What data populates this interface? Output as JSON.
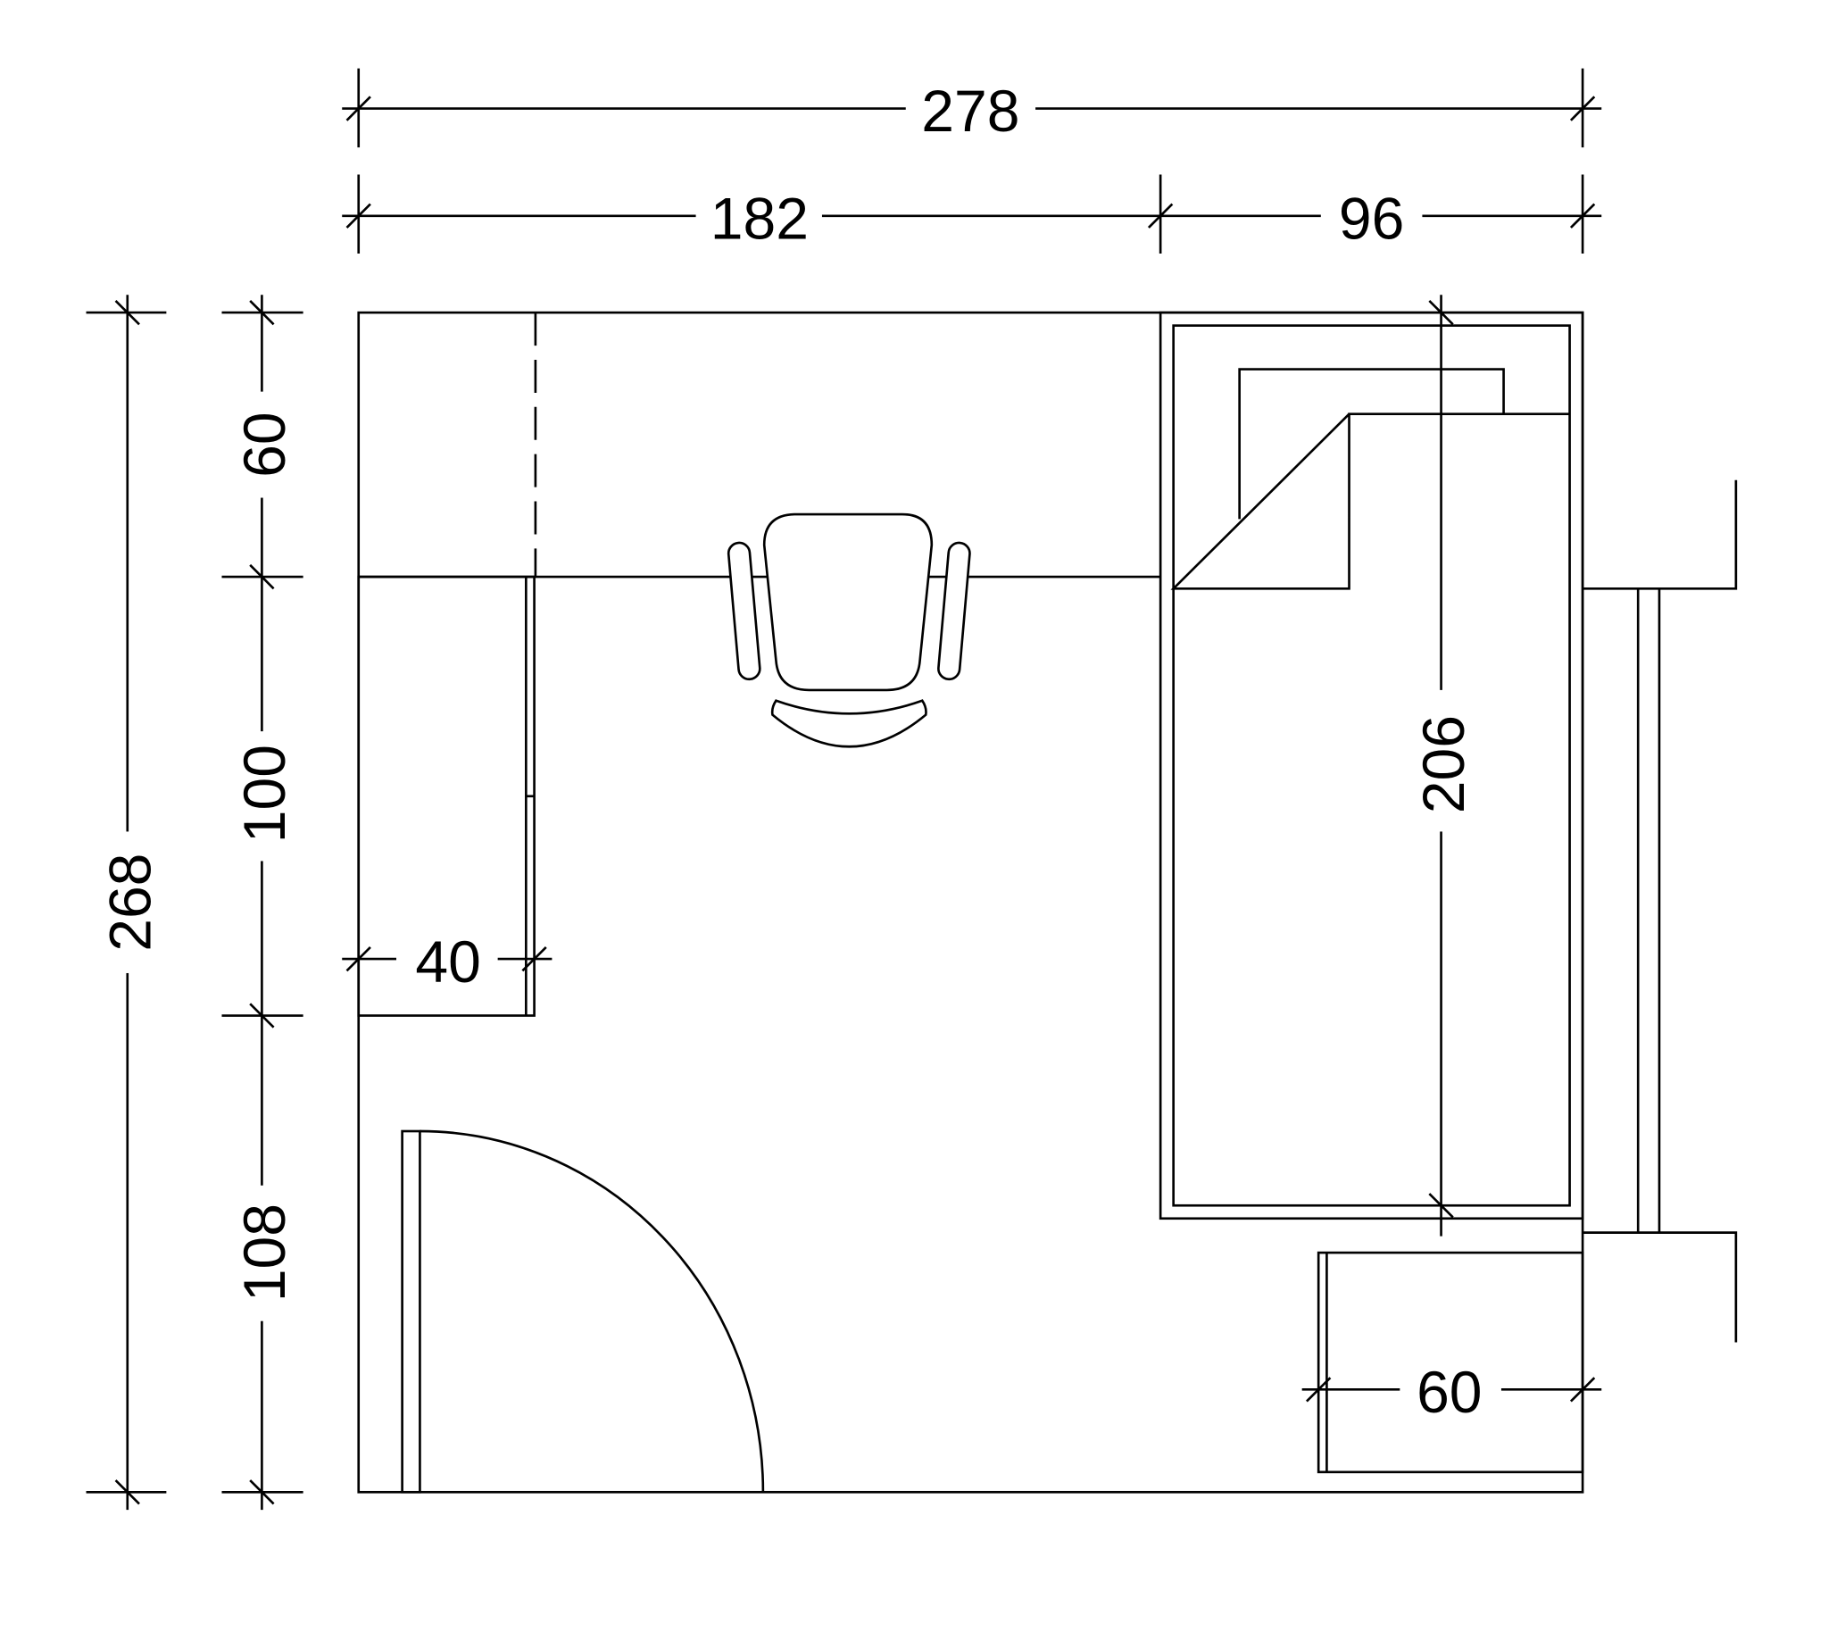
{
  "dimensions": {
    "total_width": "278",
    "desk_zone_width": "182",
    "bed_zone_width": "96",
    "total_depth": "268",
    "desk_depth": "60",
    "side_desk_length": "100",
    "door_zone": "108",
    "side_desk_depth": "40",
    "bed_length": "206",
    "nightstand_width": "60"
  }
}
